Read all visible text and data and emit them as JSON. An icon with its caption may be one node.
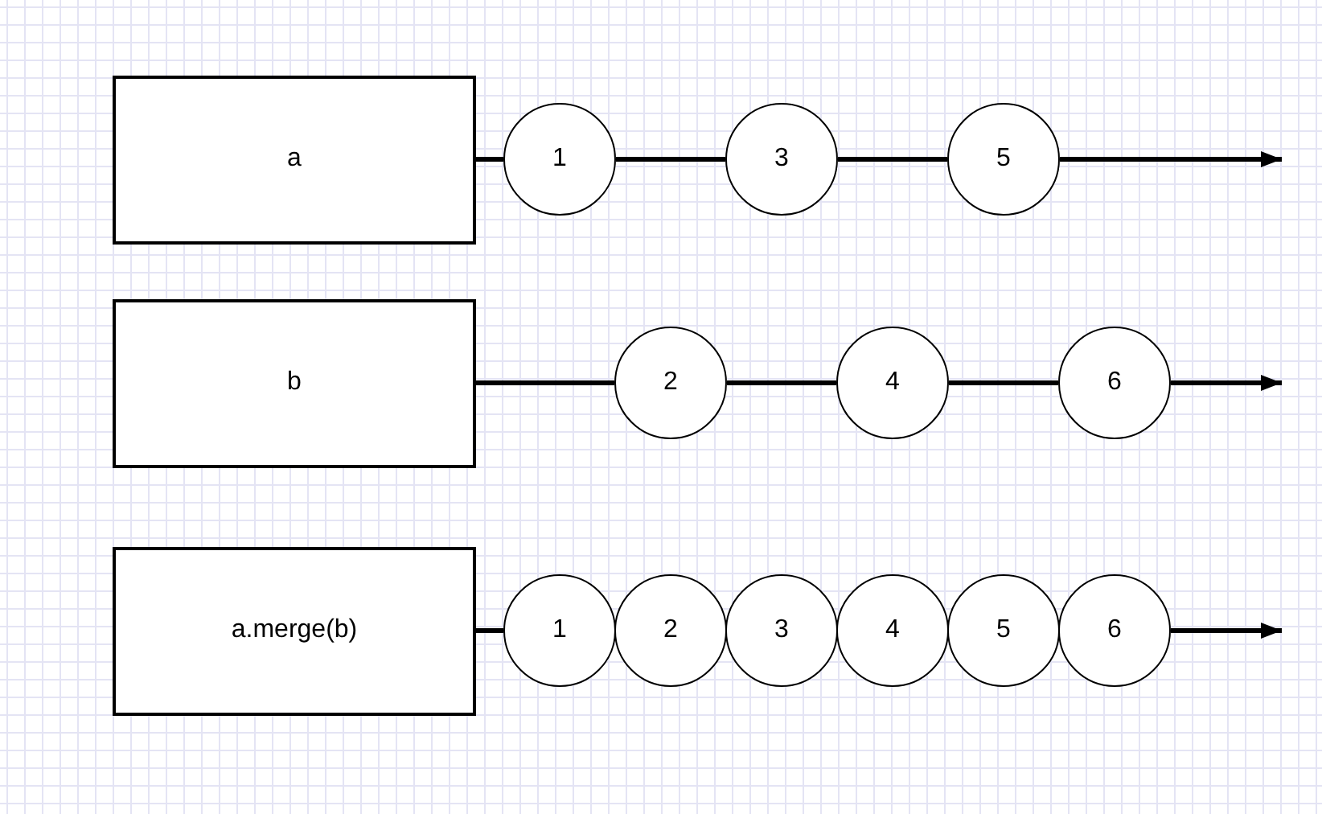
{
  "diagram": {
    "nodes": [
      {
        "text": [
          "a"
        ]
      },
      {
        "text": [
          "1"
        ]
      },
      {
        "text": [
          "3"
        ]
      },
      {
        "text": [
          "5"
        ]
      },
      {
        "text": [
          "b"
        ]
      },
      {
        "text": [
          "2"
        ]
      },
      {
        "text": [
          "4"
        ]
      },
      {
        "text": [
          "6"
        ]
      },
      {
        "text": [
          "a.merge(b)"
        ]
      },
      {
        "text": [
          "1"
        ]
      },
      {
        "text": [
          "2"
        ]
      },
      {
        "text": [
          "3"
        ]
      },
      {
        "text": [
          "4"
        ]
      },
      {
        "text": [
          "5"
        ]
      },
      {
        "text": [
          "6"
        ]
      }
    ],
    "edges": [
      {
        "from": 0,
        "to": 1,
        "arrow": "none"
      },
      {
        "from": 1,
        "to": 2,
        "arrow": "none"
      },
      {
        "from": 2,
        "to": 3,
        "arrow": "none"
      },
      {
        "from": 3,
        "to": null,
        "arrow": "to"
      },
      {
        "from": 4,
        "to": 5,
        "arrow": "none"
      },
      {
        "from": 5,
        "to": 6,
        "arrow": "none"
      },
      {
        "from": 6,
        "to": 7,
        "arrow": "none"
      },
      {
        "from": 7,
        "to": null,
        "arrow": "to"
      },
      {
        "from": 8,
        "to": 9,
        "arrow": "none"
      },
      {
        "from": 14,
        "to": null,
        "arrow": "to"
      }
    ]
  }
}
